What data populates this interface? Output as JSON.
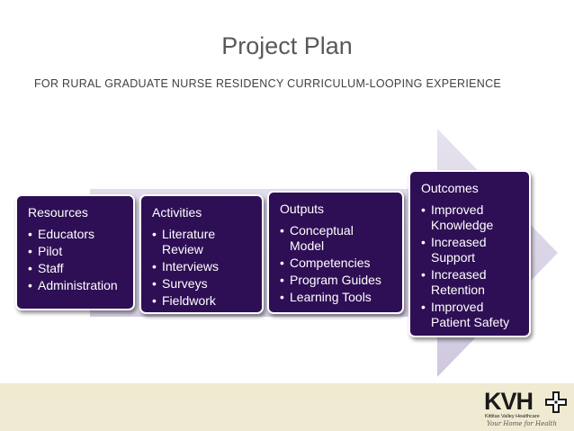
{
  "slide": {
    "title": "Project Plan",
    "subtitle": "FOR RURAL GRADUATE NURSE RESIDENCY CURRICULUM-LOOPING EXPERIENCE"
  },
  "columns": [
    {
      "heading": "Resources",
      "items": [
        "Educators",
        "Pilot",
        "Staff",
        "Administration"
      ]
    },
    {
      "heading": "Activities",
      "items": [
        "Literature Review",
        "Interviews",
        "Surveys",
        "Fieldwork"
      ]
    },
    {
      "heading": "Outputs",
      "items": [
        "Conceptual Model",
        "Competencies",
        "Program Guides",
        "Learning Tools"
      ]
    },
    {
      "heading": "Outcomes",
      "items": [
        "Improved Knowledge",
        "Increased Support",
        "Increased Retention",
        "Improved Patient Safety"
      ]
    }
  ],
  "logo": {
    "mark": "KVH",
    "organization": "Kittitas Valley Healthcare",
    "tagline": "Your Home for Health"
  },
  "colors": {
    "box_fill": "#2e0f55",
    "arrow_fill": "#d8d2e6",
    "footer_band": "#f0ead2"
  }
}
